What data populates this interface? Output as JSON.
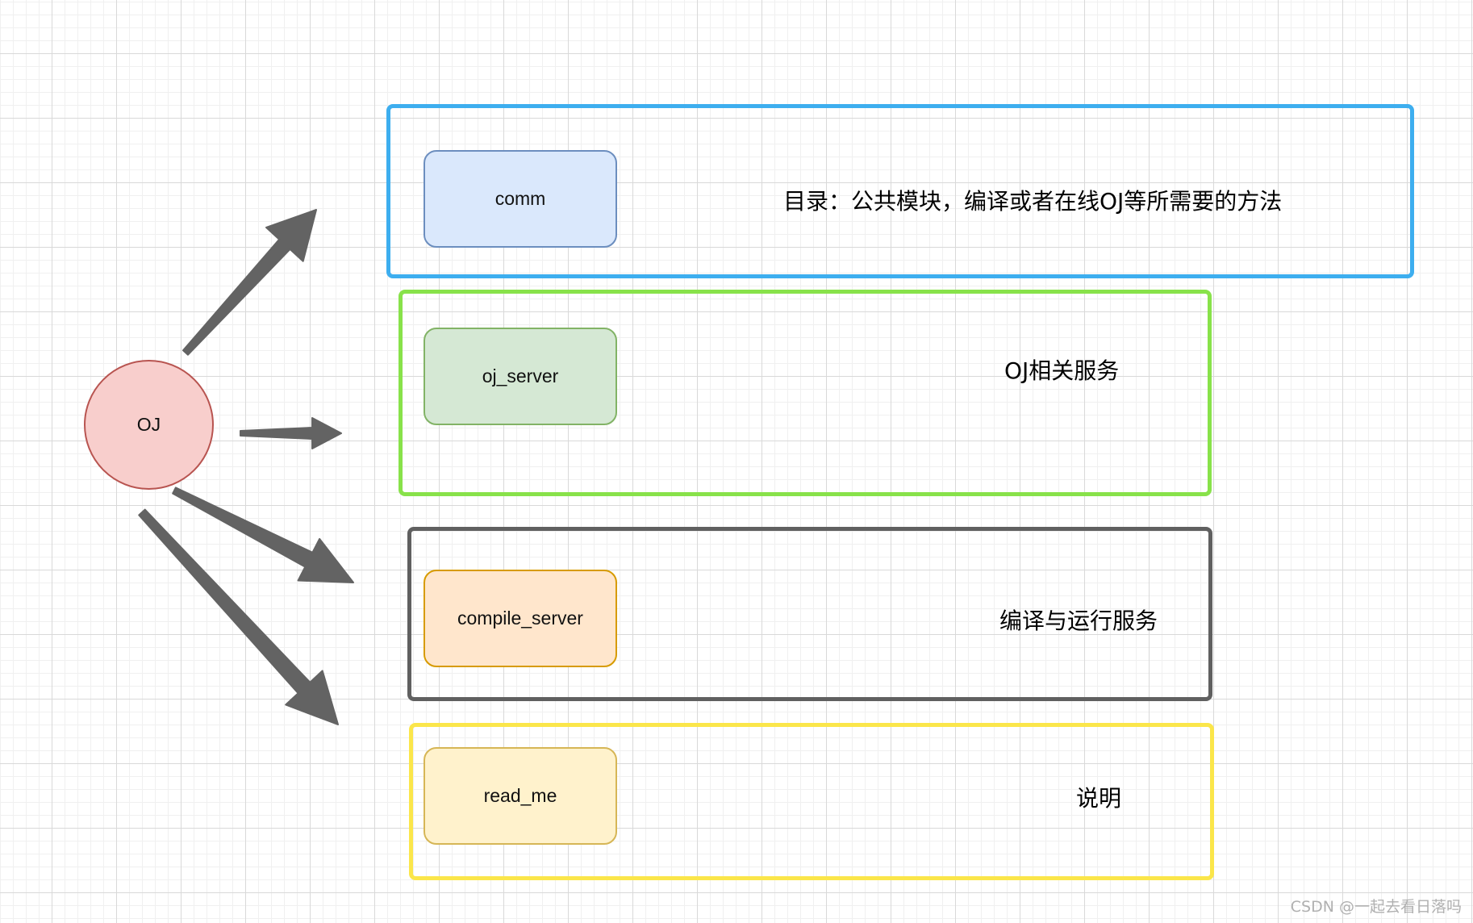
{
  "root_node": {
    "label": "OJ",
    "fill": "#f8cecc",
    "stroke": "#b85450"
  },
  "groups": [
    {
      "module": "comm",
      "description": "目录：公共模块，编译或者在线OJ等所需要的方法",
      "frame_color": "#3daeef",
      "module_fill": "#dae8fc",
      "module_stroke": "#6c8ebf"
    },
    {
      "module": "oj_server",
      "description": "OJ相关服务",
      "frame_color": "#88e24a",
      "module_fill": "#d5e8d4",
      "module_stroke": "#82b366"
    },
    {
      "module": "compile_server",
      "description": "编译与运行服务",
      "frame_color": "#606060",
      "module_fill": "#ffe6cc",
      "module_stroke": "#d79b00"
    },
    {
      "module": "read_me",
      "description": "说明",
      "frame_color": "#fbe64a",
      "module_fill": "#fff2cc",
      "module_stroke": "#d6b656"
    }
  ],
  "edge_color": "#636363",
  "watermark": "CSDN @一起去看日落吗"
}
